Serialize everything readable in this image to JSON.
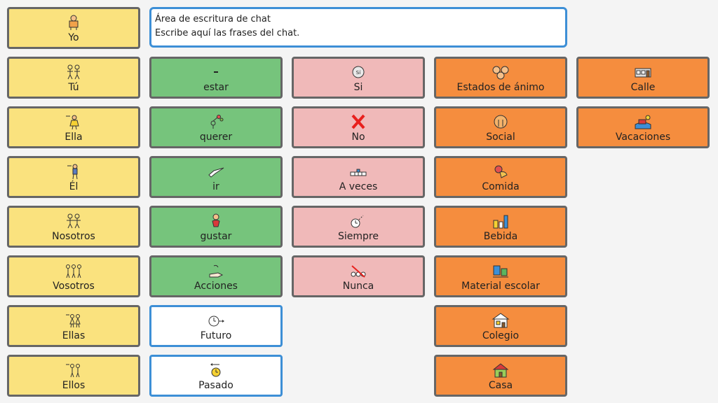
{
  "chat": {
    "title": "Área de escritura de chat",
    "placeholder": "Escribe aquí las frases del chat."
  },
  "tiles": {
    "yo": {
      "label": "Yo",
      "icon": "person-self-icon"
    },
    "tu": {
      "label": "Tú",
      "icon": "two-people-pointing-icon"
    },
    "ella": {
      "label": "Ella",
      "icon": "girl-pointing-icon"
    },
    "el": {
      "label": "Él",
      "icon": "boy-pointing-icon"
    },
    "nosotros": {
      "label": "Nosotros",
      "icon": "group-us-icon"
    },
    "vosotros": {
      "label": "Vosotros",
      "icon": "group-you-icon"
    },
    "ellas": {
      "label": "Ellas",
      "icon": "group-women-icon"
    },
    "ellos": {
      "label": "Ellos",
      "icon": "group-men-icon"
    },
    "estar": {
      "label": "estar",
      "icon": "dash-icon"
    },
    "querer": {
      "label": "querer",
      "icon": "want-icon"
    },
    "ir": {
      "label": "ir",
      "icon": "point-hand-icon"
    },
    "gustar": {
      "label": "gustar",
      "icon": "like-icon"
    },
    "acciones": {
      "label": "Acciones",
      "icon": "hand-action-icon"
    },
    "futuro": {
      "label": "Futuro",
      "icon": "clock-forward-icon"
    },
    "pasado": {
      "label": "Pasado",
      "icon": "clock-back-icon"
    },
    "si": {
      "label": "Si",
      "icon": "yes-badge-icon",
      "badge_text": "Sí"
    },
    "no": {
      "label": "No",
      "icon": "red-cross-icon"
    },
    "a_veces": {
      "label": "A veces",
      "icon": "sometimes-icon"
    },
    "siempre": {
      "label": "Siempre",
      "icon": "always-clock-icon"
    },
    "nunca": {
      "label": "Nunca",
      "icon": "never-icon"
    },
    "estados_animo": {
      "label": "Estados de ánimo",
      "icon": "mood-faces-icon"
    },
    "social": {
      "label": "Social",
      "icon": "social-icon"
    },
    "comida": {
      "label": "Comida",
      "icon": "food-icon"
    },
    "bebida": {
      "label": "Bebida",
      "icon": "drinks-icon"
    },
    "material_escolar": {
      "label": "Material escolar",
      "icon": "school-supplies-icon"
    },
    "colegio": {
      "label": "Colegio",
      "icon": "school-icon"
    },
    "casa": {
      "label": "Casa",
      "icon": "house-icon"
    },
    "calle": {
      "label": "Calle",
      "icon": "street-icon"
    },
    "vacaciones": {
      "label": "Vacaciones",
      "icon": "holiday-icon"
    }
  },
  "colors": {
    "yellow": "#fae27e",
    "green": "#76c47c",
    "pink": "#f0b9b9",
    "orange": "#f58d3e",
    "accent_blue": "#3d8fd6"
  }
}
